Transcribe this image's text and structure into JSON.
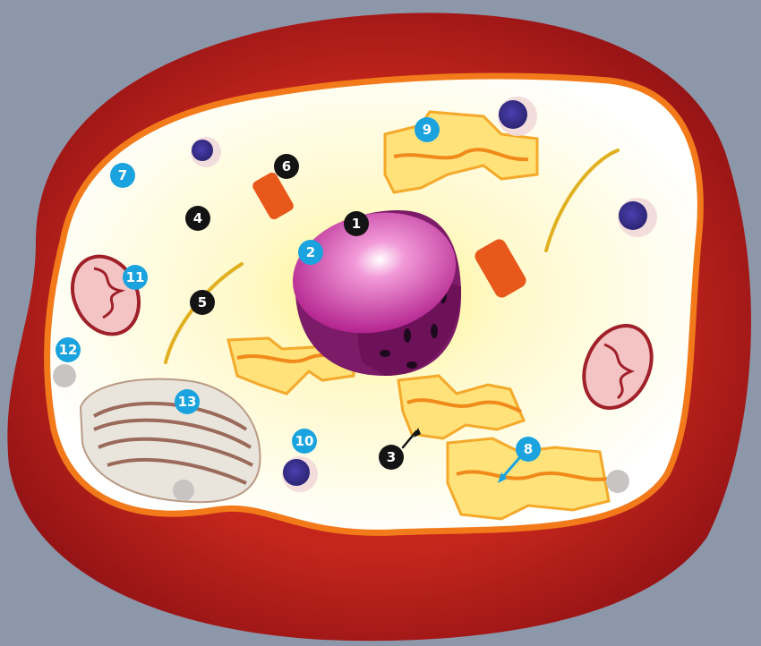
{
  "colors": {
    "background": "#8d97aa",
    "cell_wall_outer": "#9c1418",
    "cell_wall_inner": "#c4261c",
    "membrane": "#f27a1a",
    "cytoplasm": "#fffdf2",
    "nucleus": "#d43aa3",
    "nucleus_side": "#8a1a6f",
    "er": "#ffe27a",
    "er_edge": "#f4a92a",
    "callout_black": "#141414",
    "callout_blue": "#1aa3df"
  },
  "labels": [
    {
      "id": "n1",
      "text": "1",
      "style": "black"
    },
    {
      "id": "n2",
      "text": "2",
      "style": "blue"
    },
    {
      "id": "n3",
      "text": "3",
      "style": "black"
    },
    {
      "id": "n4",
      "text": "4",
      "style": "black"
    },
    {
      "id": "n5",
      "text": "5",
      "style": "black"
    },
    {
      "id": "n6",
      "text": "6",
      "style": "black"
    },
    {
      "id": "n7",
      "text": "7",
      "style": "blue"
    },
    {
      "id": "n8",
      "text": "8",
      "style": "blue"
    },
    {
      "id": "n9",
      "text": "9",
      "style": "blue"
    },
    {
      "id": "n10",
      "text": "10",
      "style": "blue"
    },
    {
      "id": "n11",
      "text": "11",
      "style": "blue"
    },
    {
      "id": "n12",
      "text": "12",
      "style": "blue"
    },
    {
      "id": "n13",
      "text": "13",
      "style": "blue"
    }
  ]
}
